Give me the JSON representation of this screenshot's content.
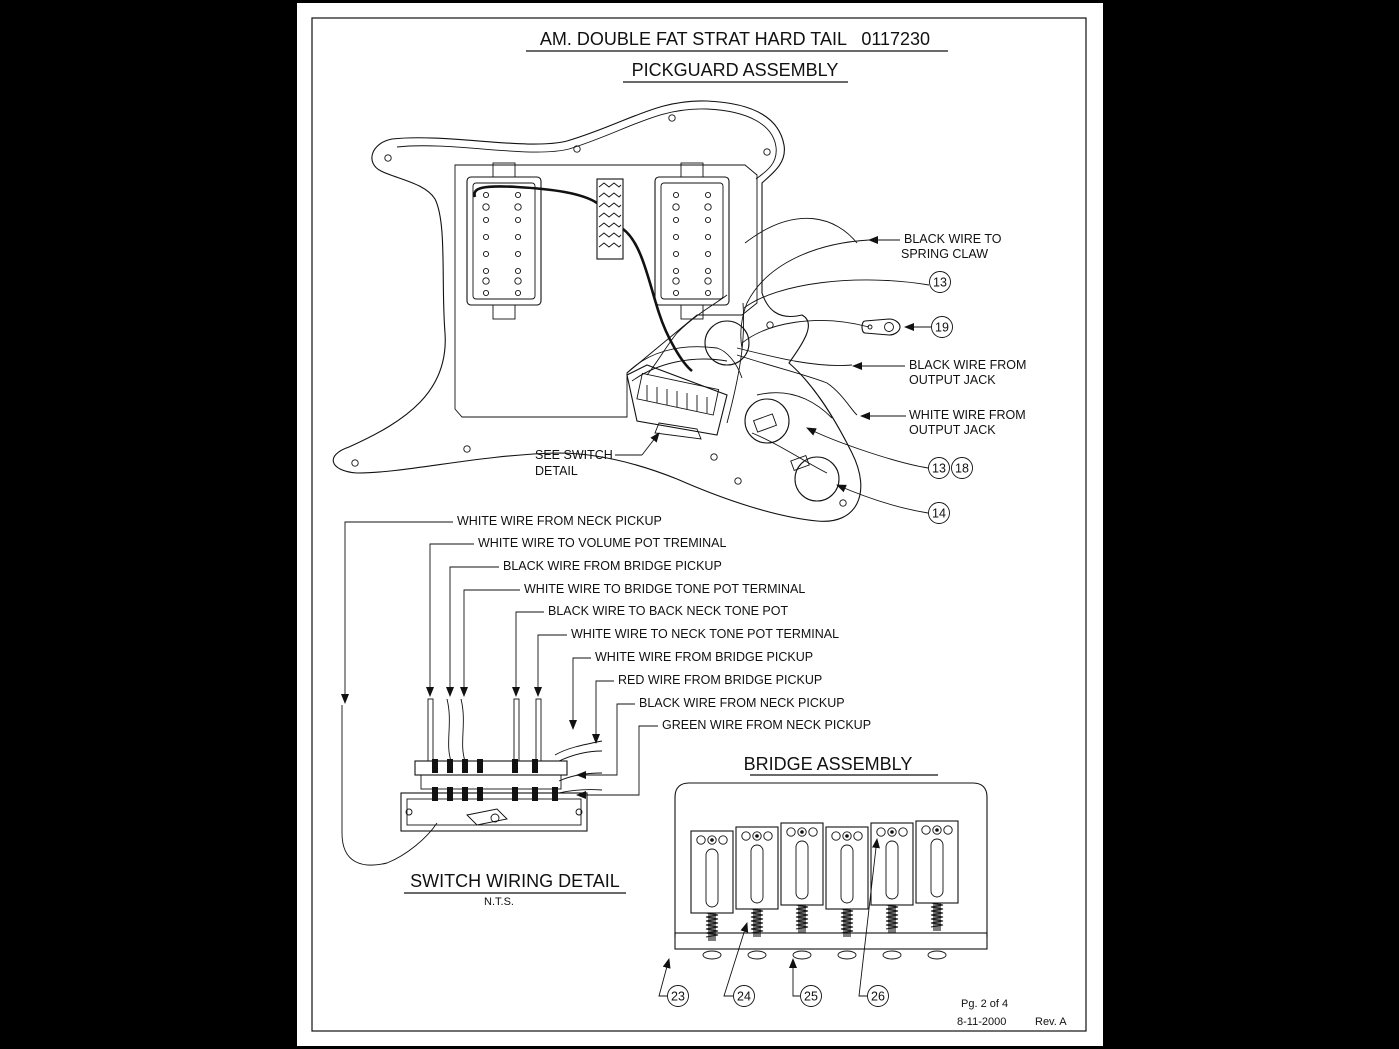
{
  "document": {
    "title": "AM. DOUBLE FAT STRAT HARD TAIL   0117230",
    "subtitle": "PICKGUARD ASSEMBLY",
    "section_switch": "SWITCH WIRING DETAIL",
    "section_switch_note": "N.T.S.",
    "section_bridge": "BRIDGE ASSEMBLY",
    "footer_page": "Pg. 2 of 4",
    "footer_date": "8-11-2000",
    "footer_rev": "Rev. A"
  },
  "pickguard_callouts": {
    "black_wire_spring_claw": [
      "BLACK WIRE TO",
      "SPRING CLAW"
    ],
    "black_wire_output_jack": [
      "BLACK WIRE FROM",
      "OUTPUT JACK"
    ],
    "white_wire_output_jack": [
      "WHITE WIRE FROM",
      "OUTPUT JACK"
    ],
    "see_switch_detail": [
      "SEE SWITCH",
      "DETAIL"
    ],
    "part_numbers": [
      "13",
      "19",
      "13",
      "18",
      "14"
    ]
  },
  "switch_callouts": [
    "WHITE WIRE FROM NECK PICKUP",
    "WHITE WIRE TO VOLUME POT TREMINAL",
    "BLACK WIRE FROM BRIDGE PICKUP",
    "WHITE WIRE TO BRIDGE TONE POT TERMINAL",
    "BLACK WIRE TO BACK NECK TONE POT",
    "WHITE WIRE TO NECK TONE POT TERMINAL",
    "WHITE WIRE FROM BRIDGE PICKUP",
    "RED WIRE FROM BRIDGE PICKUP",
    "BLACK WIRE FROM NECK PICKUP",
    "GREEN WIRE FROM NECK PICKUP"
  ],
  "bridge_callouts": [
    "23",
    "24",
    "25",
    "26"
  ]
}
